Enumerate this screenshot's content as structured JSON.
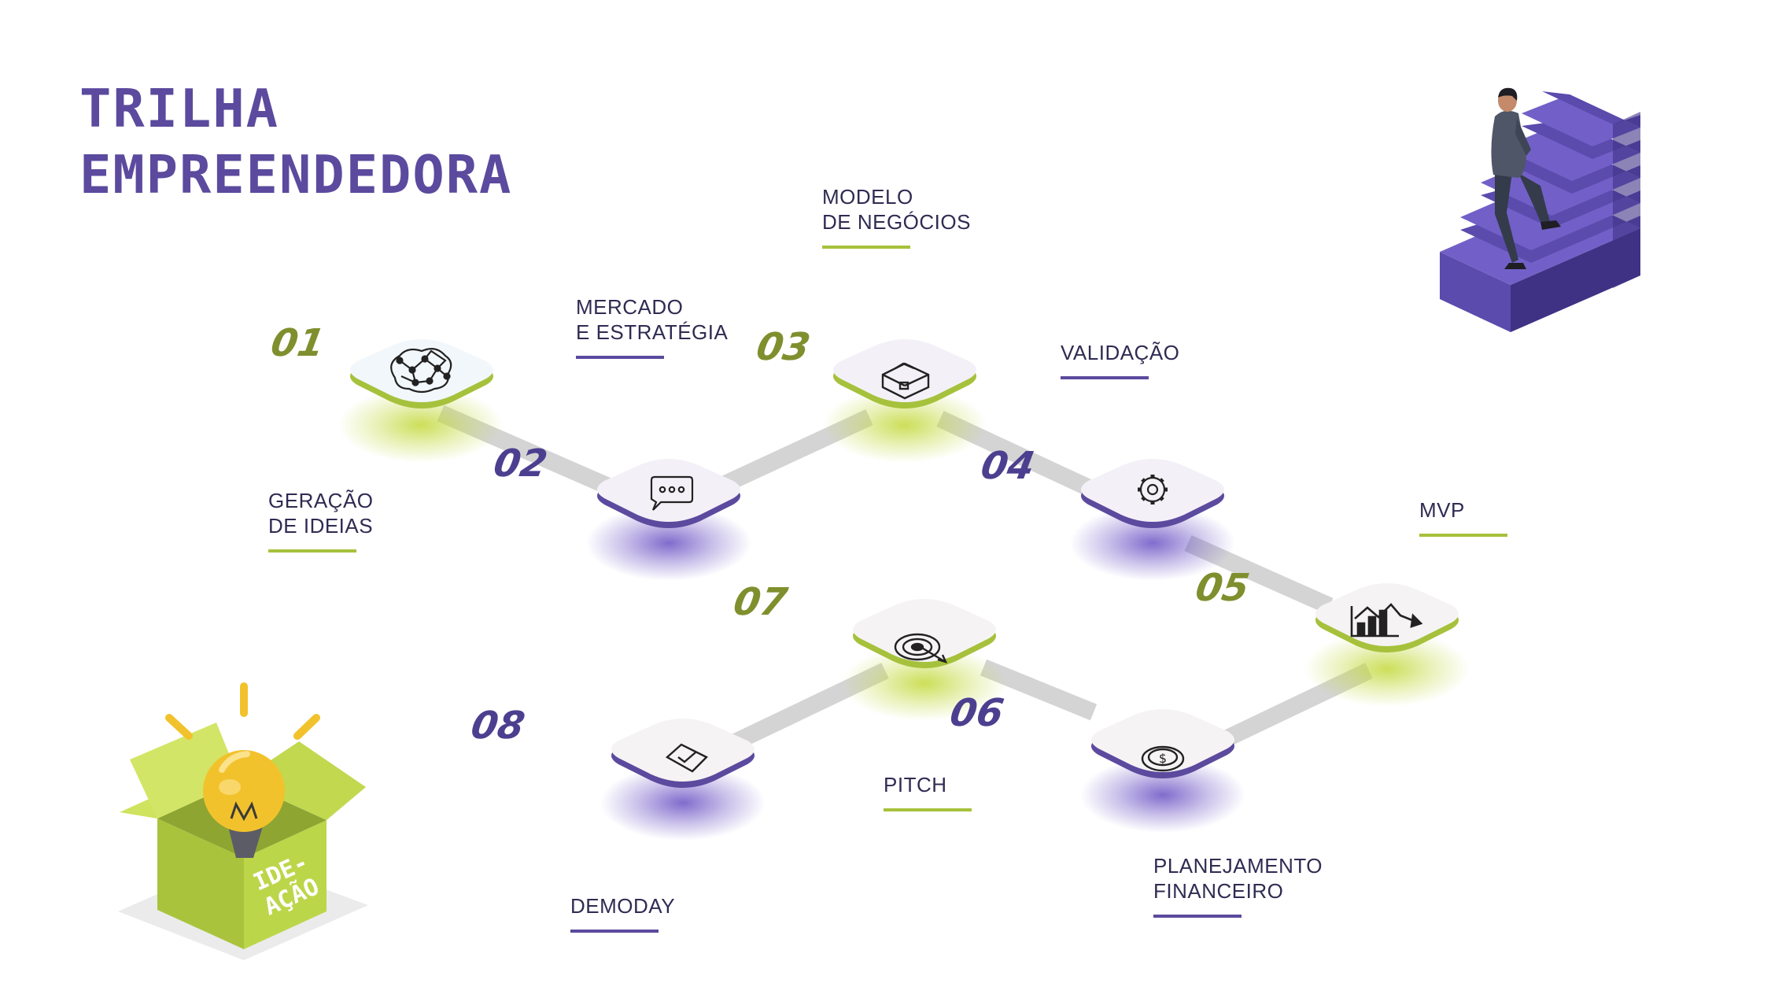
{
  "title": {
    "line1": "TRILHA",
    "line2": "EMPREENDEDORA"
  },
  "colors": {
    "purple": "#5b4a9e",
    "green": "#a6c13b",
    "text": "#2f2b52",
    "path": "#d4d4d4"
  },
  "steps": [
    {
      "number": "01",
      "label1": "GERAÇÃO",
      "label2": "DE IDEIAS",
      "icon": "brain-network-icon",
      "accent": "green"
    },
    {
      "number": "02",
      "label1": "MERCADO",
      "label2": "E ESTRATÉGIA",
      "icon": "chat-bubble-icon",
      "accent": "purple"
    },
    {
      "number": "03",
      "label1": "MODELO",
      "label2": "DE NEGÓCIOS",
      "icon": "briefcase-icon",
      "accent": "green"
    },
    {
      "number": "04",
      "label1": "VALIDAÇÃO",
      "icon": "gear-icon",
      "accent": "purple"
    },
    {
      "number": "05",
      "label1": "MVP",
      "icon": "growth-chart-icon",
      "accent": "green"
    },
    {
      "number": "06",
      "label1": "PLANEJAMENTO",
      "label2": "FINANCEIRO",
      "icon": "dollar-coin-icon",
      "accent": "purple"
    },
    {
      "number": "07",
      "label1": "PITCH",
      "icon": "target-icon",
      "accent": "green"
    },
    {
      "number": "08",
      "label1": "DEMODAY",
      "icon": "check-message-icon",
      "accent": "purple"
    }
  ],
  "box": {
    "text1": "IDE-",
    "text2": "AÇÃO"
  }
}
